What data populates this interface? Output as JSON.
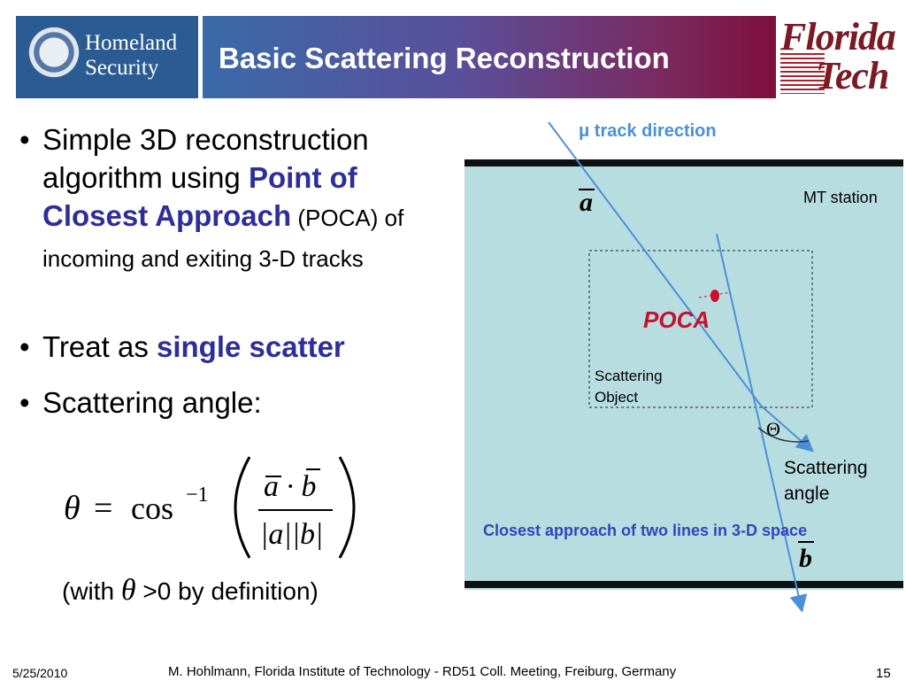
{
  "header": {
    "left_logo_text": [
      "Homeland",
      "Security"
    ],
    "title": "Basic Scattering Reconstruction",
    "right_logo_text": [
      "Florida",
      "Tech"
    ]
  },
  "bullets": [
    {
      "parts": [
        "Simple 3D reconstruction algorithm using ",
        "Point of Closest Approach",
        " (POCA) of incoming and exiting 3-D tracks"
      ]
    },
    {
      "parts": [
        "Treat as ",
        "single scatter"
      ]
    },
    {
      "parts": [
        "Scattering angle:"
      ]
    }
  ],
  "formula": {
    "lhs": "θ",
    "equals": "=",
    "func": "cos",
    "power": "−1",
    "numerator": "a · b",
    "denominator": "|a||b|"
  },
  "note": {
    "prefix": "(with ",
    "symbol": "θ",
    "suffix": " >0 by definition)"
  },
  "diagram": {
    "track_label": "μ track direction",
    "vector_a": "a",
    "vector_b": "b",
    "station_label": "MT station",
    "poca_label": "POCA",
    "object_label": [
      "Scattering",
      "Object"
    ],
    "theta_label": "Θ",
    "angle_label": [
      "Scattering",
      "angle"
    ],
    "caption": "Closest approach of two lines in 3-D space",
    "colors": {
      "box": "#b8dde0",
      "track": "#4a90d9",
      "poca": "#c8102e",
      "caption": "#3344bb"
    }
  },
  "footer": {
    "date": "5/25/2010",
    "credit": "M. Hohlmann, Florida Institute of Technology - RD51 Coll. Meeting, Freiburg, Germany",
    "page": "15"
  }
}
